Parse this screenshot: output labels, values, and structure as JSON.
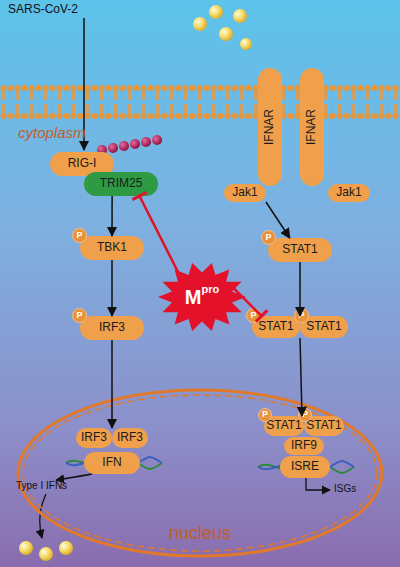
{
  "diagram": {
    "nodes": [
      {
        "text": [
          "RIG-I"
        ]
      },
      {
        "text": [
          "TRIM25"
        ]
      },
      {
        "text": [
          "IFNAR"
        ]
      },
      {
        "text": [
          "IFNAR"
        ]
      },
      {
        "text": [
          "Jak1"
        ]
      },
      {
        "text": [
          "Jak1"
        ]
      },
      {
        "text": [
          "M",
          "pro"
        ]
      },
      {
        "text": [
          "TBK1"
        ]
      },
      {
        "text": [
          "P"
        ],
        "in": 7
      },
      {
        "text": [
          "STAT1"
        ]
      },
      {
        "text": [
          "P"
        ],
        "in": 9
      },
      {
        "text": [
          "STAT1"
        ]
      },
      {
        "text": [
          "P"
        ],
        "in": 11
      },
      {
        "text": [
          "STAT1"
        ]
      },
      {
        "text": [
          "P"
        ],
        "in": 13
      },
      {
        "text": [
          "IRF3"
        ]
      },
      {
        "text": [
          "P"
        ],
        "in": 15
      },
      {
        "text": [
          "nucleus"
        ]
      },
      {
        "text": [
          "IRF3"
        ],
        "in": 17
      },
      {
        "text": [
          "IRF3"
        ],
        "in": 17
      },
      {
        "text": [
          "IFN"
        ],
        "in": 17
      },
      {
        "text": [
          "STAT1"
        ],
        "in": 17
      },
      {
        "text": [
          "P"
        ],
        "in": 21
      },
      {
        "text": [
          "STAT1"
        ],
        "in": 17
      },
      {
        "text": [
          "P"
        ],
        "in": 23
      },
      {
        "text": [
          "IRF9"
        ],
        "in": 17
      },
      {
        "text": [
          "ISRE"
        ],
        "in": 17
      }
    ],
    "edges": [
      {
        "from": 1,
        "to": 7,
        "arrow": "to"
      },
      {
        "from": 7,
        "to": 15,
        "arrow": "to"
      },
      {
        "from": 15,
        "to": 18,
        "arrow": "to"
      },
      {
        "from": 4,
        "to": 9,
        "arrow": "to"
      },
      {
        "from": 9,
        "to": 11,
        "arrow": "to"
      },
      {
        "from": 11,
        "to": 21,
        "arrow": "to"
      },
      {
        "from": 6,
        "to": 1,
        "arrow": "none"
      },
      {
        "from": 6,
        "to": 11,
        "arrow": "none"
      }
    ],
    "labels": [
      "SARS-CoV-2",
      "cytoplasm",
      "Type I IFNs",
      "ISGs"
    ]
  }
}
